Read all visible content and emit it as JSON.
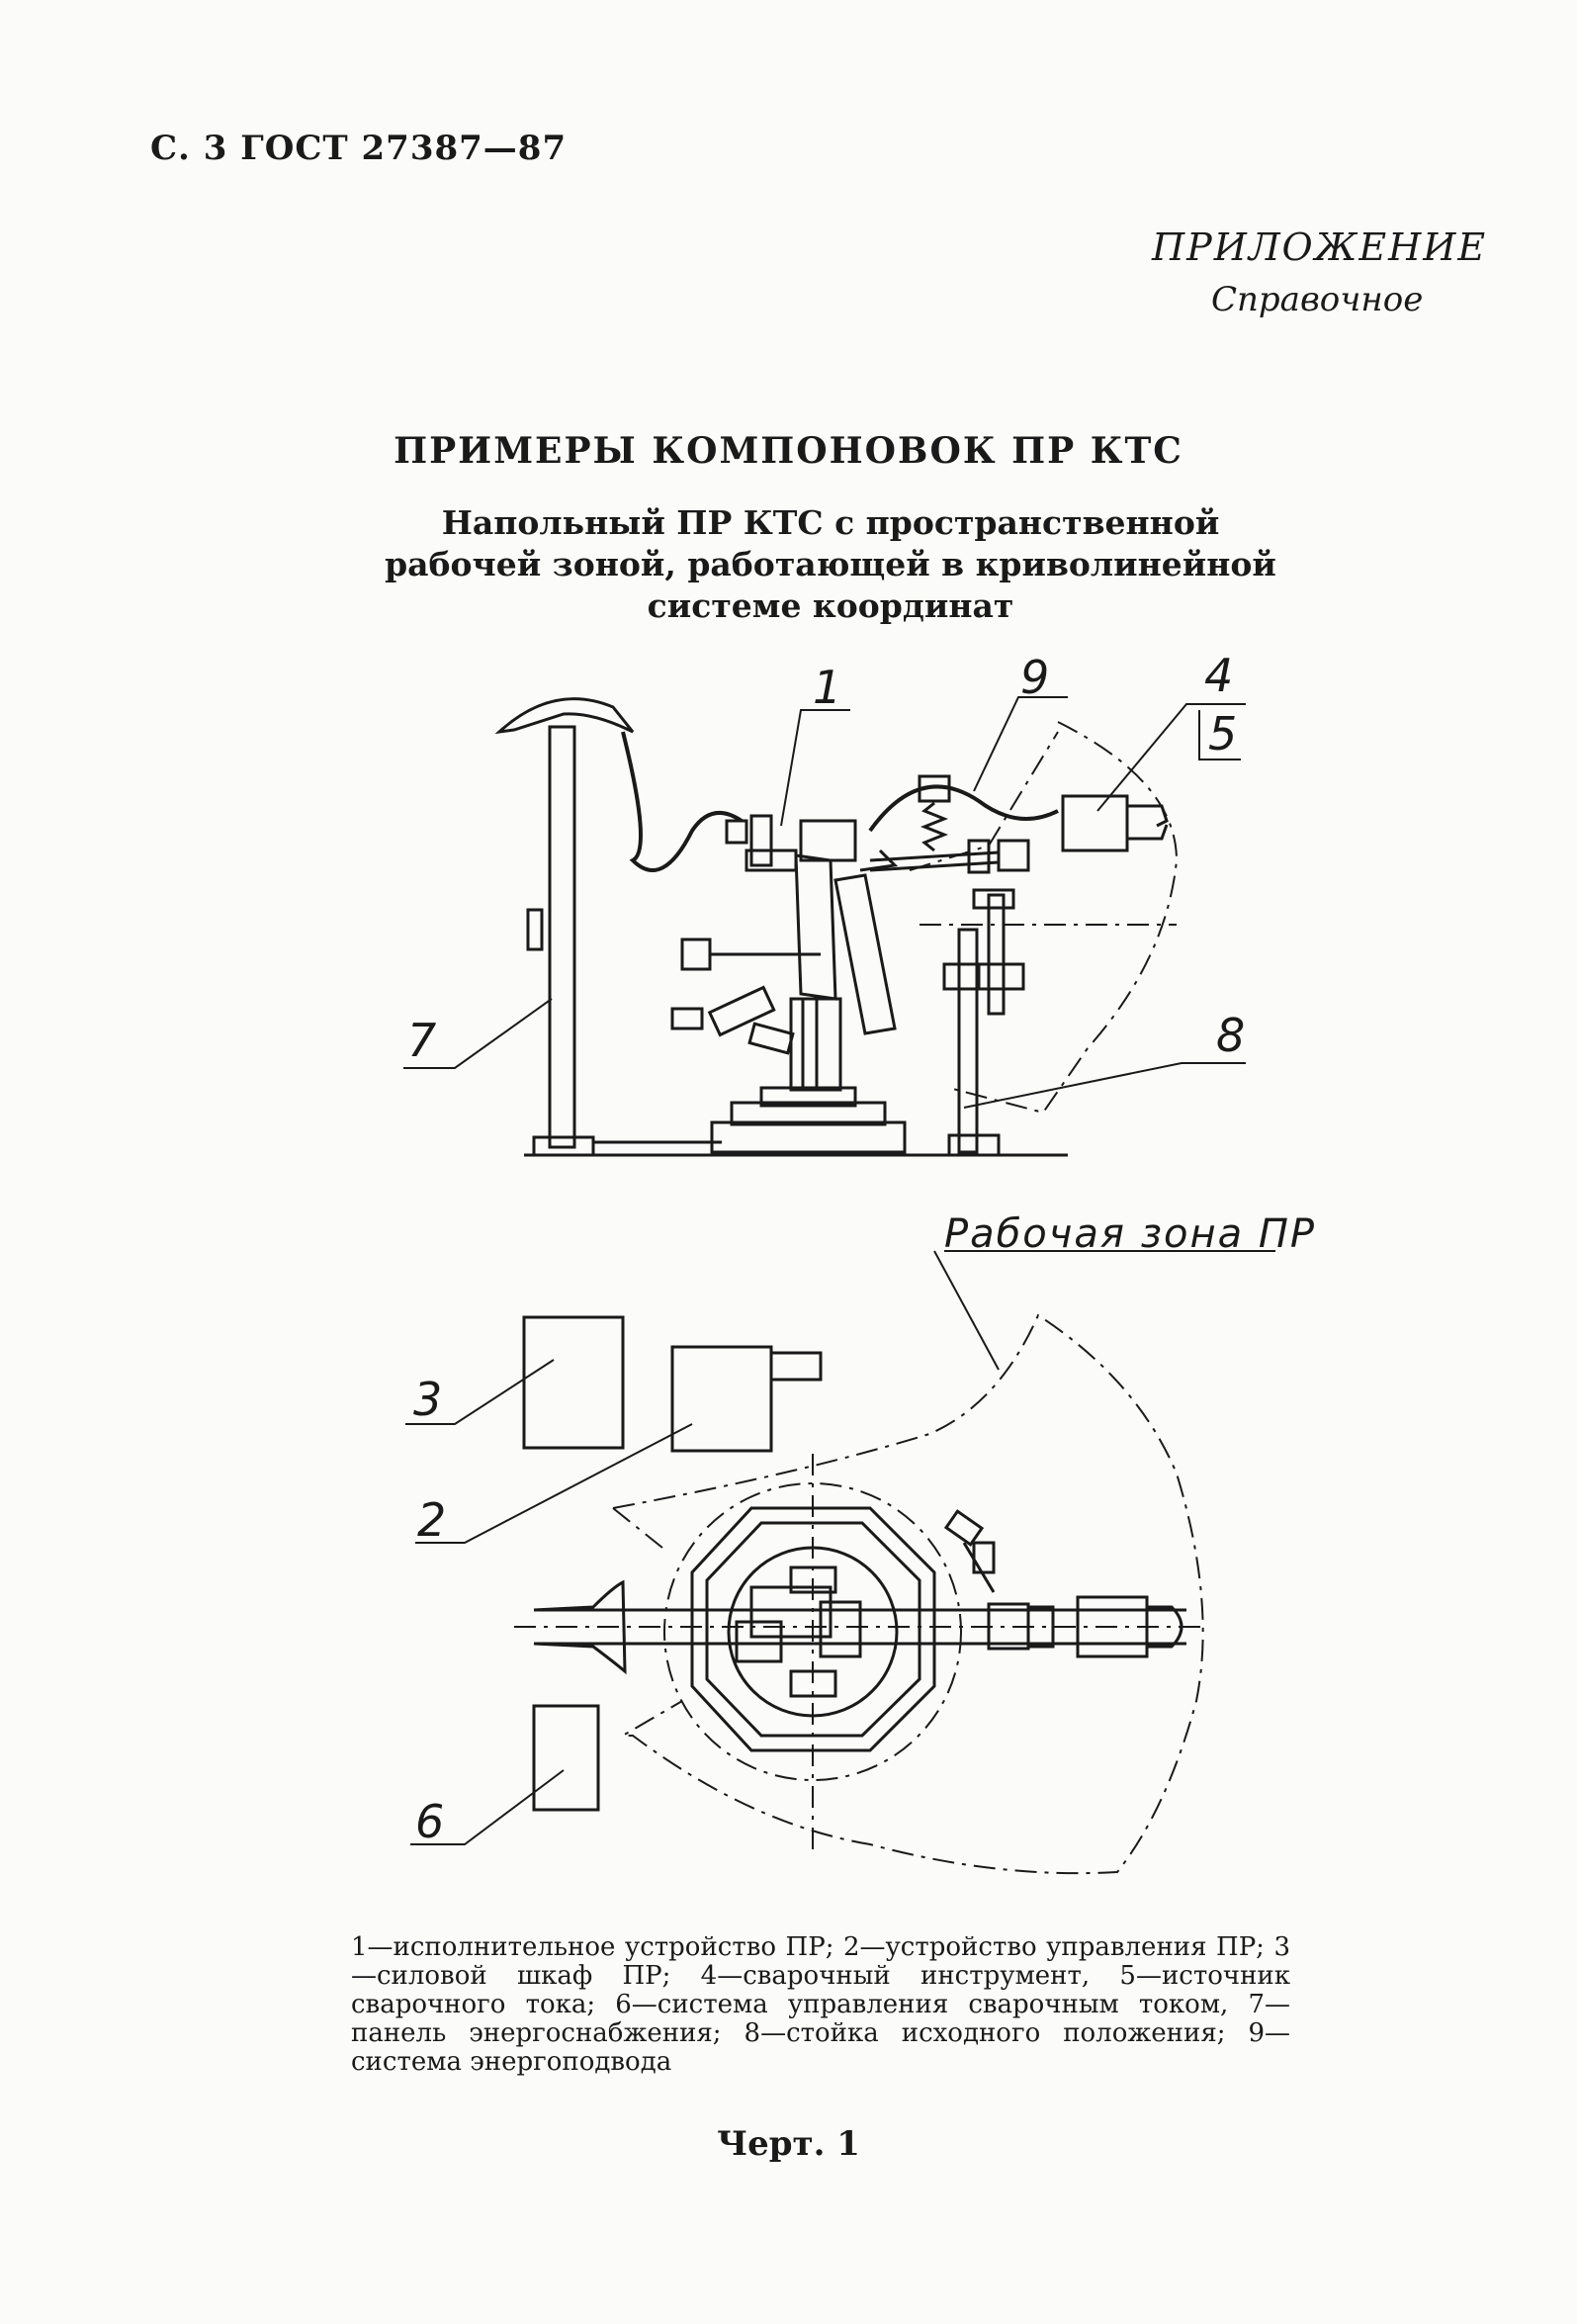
{
  "page": {
    "header": "С. 3 ГОСТ 27387—87",
    "appendix": "ПРИЛОЖЕНИЕ",
    "appendix_sub": "Справочное",
    "title": "ПРИМЕРЫ КОМПОНОВОК ПР КТС",
    "subtitle": "Напольный ПР КТС с пространственной рабочей зоной, работающей в криволинейной системе координат"
  },
  "drawing": {
    "callouts": {
      "c1": "1",
      "c2": "2",
      "c3": "3",
      "c4": "4",
      "c5": "5",
      "c6": "6",
      "c7": "7",
      "c8": "8",
      "c9": "9"
    },
    "zone_label": "Рабочая зона ПР"
  },
  "caption": "1—исполнительное устройство ПР; 2—устройство управления ПР; 3—силовой шкаф ПР; 4—сварочный инструмент, 5—источник сварочного тока; 6—система управления сварочным током, 7—панель энергоснабжения; 8—стойка исходного положения; 9—система энергоподвода",
  "figure_label": "Черт. 1"
}
